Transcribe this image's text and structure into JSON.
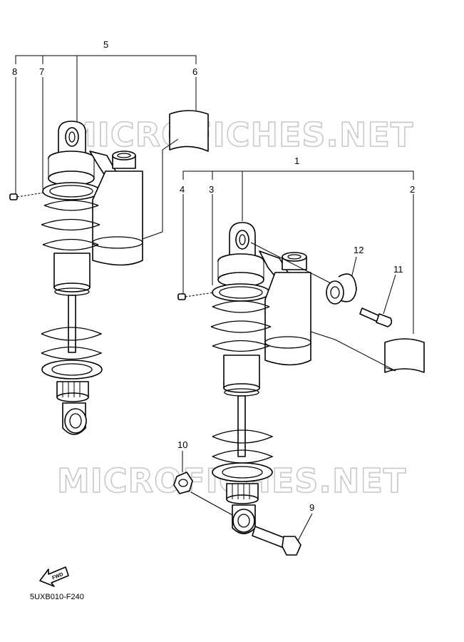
{
  "watermark": "MICROFICHES.NET",
  "diagram_code": "5UXB010-F240",
  "fwd_label": "FWD",
  "callouts": {
    "c1": "1",
    "c2": "2",
    "c3": "3",
    "c4": "4",
    "c5": "5",
    "c6": "6",
    "c7": "7",
    "c8": "8",
    "c9": "9",
    "c10": "10",
    "c11": "11",
    "c12": "12"
  }
}
